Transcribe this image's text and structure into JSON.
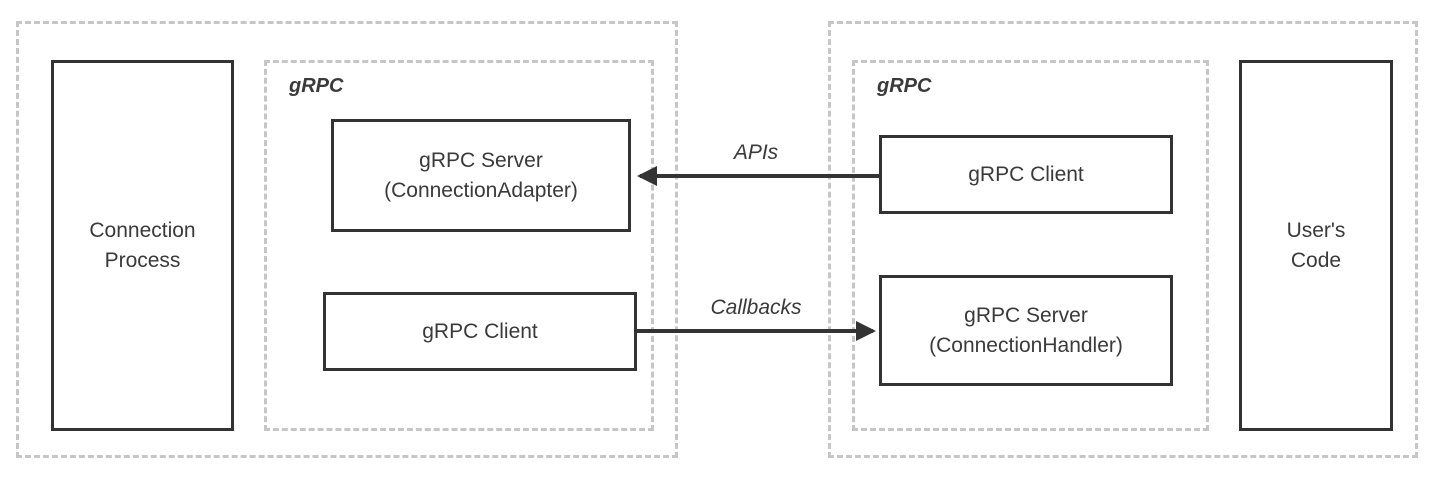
{
  "colors": {
    "background": "#ffffff",
    "box-border": "#333333",
    "dashed-border": "#c6c6c6",
    "text": "#3a3a3a",
    "arrow": "#333333"
  },
  "left_group": {
    "grpc_label": "gRPC",
    "process_box": {
      "line1": "Connection",
      "line2": "Process"
    },
    "server_box": {
      "line1": "gRPC Server",
      "line2": "(ConnectionAdapter)"
    },
    "client_box": {
      "label": "gRPC Client"
    }
  },
  "right_group": {
    "grpc_label": "gRPC",
    "client_box": {
      "label": "gRPC Client"
    },
    "server_box": {
      "line1": "gRPC Server",
      "line2": "(ConnectionHandler)"
    },
    "users_code_box": {
      "line1": "User's",
      "line2": "Code"
    }
  },
  "arrows": {
    "apis": {
      "label": "APIs"
    },
    "callbacks": {
      "label": "Callbacks"
    }
  }
}
